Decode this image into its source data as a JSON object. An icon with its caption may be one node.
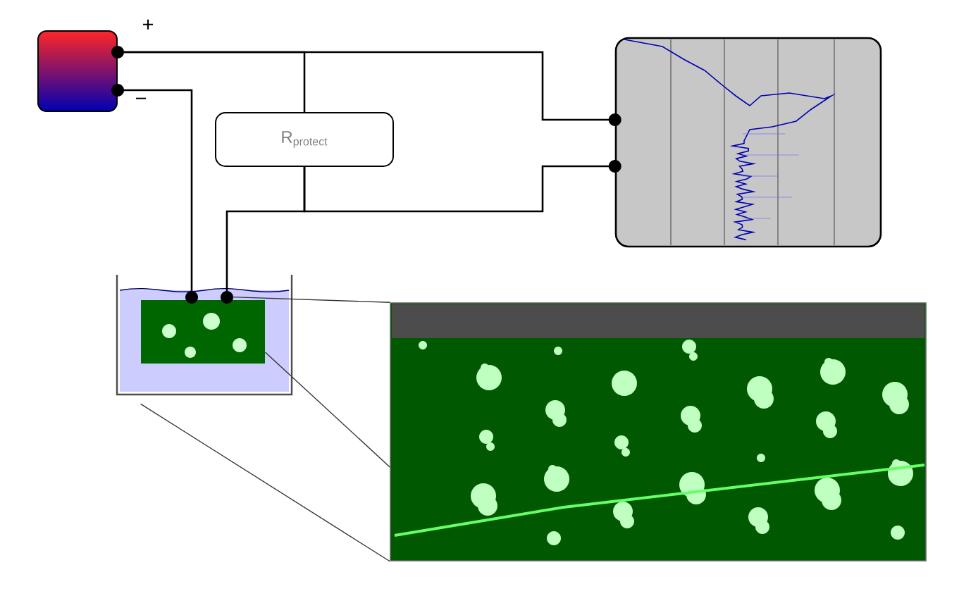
{
  "diagram": {
    "nodes": [
      {
        "text": [],
        "shape": "box"
      },
      {
        "text": [
          "R$_{protect}$"
        ]
      },
      {
        "text": [],
        "shape": "picture"
      },
      {
        "text": [],
        "shape": "picture"
      },
      {
        "text": [],
        "shape": "picture"
      }
    ],
    "edges": [
      {
        "from": 0,
        "to": 2,
        "arrow": "none"
      },
      {
        "from": 0,
        "to": 1,
        "arrow": "none"
      },
      {
        "from": 0,
        "to": 3,
        "arrow": "none"
      },
      {
        "from": 1,
        "to": 2,
        "arrow": "none"
      },
      {
        "from": 1,
        "to": 3,
        "arrow": "none"
      },
      {
        "from": 3,
        "to": 4,
        "arrow": "none"
      },
      {
        "from": 3,
        "to": 4,
        "arrow": "none"
      },
      {
        "from": 3,
        "to": 4,
        "arrow": "none"
      }
    ],
    "labels": [
      "+",
      "−"
    ]
  }
}
